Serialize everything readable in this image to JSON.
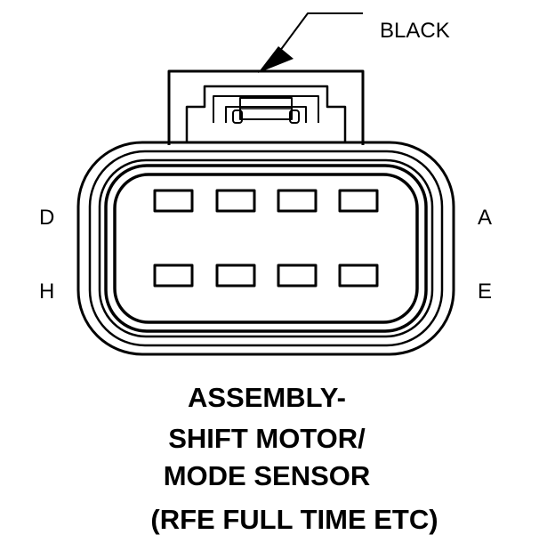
{
  "connector": {
    "color_callout": "BLACK",
    "pin_labels": {
      "top_left": "D",
      "bottom_left": "H",
      "top_right": "A",
      "bottom_right": "E"
    },
    "pin_rows": 2,
    "pins_per_row": 4
  },
  "title": {
    "line1": "ASSEMBLY-",
    "line2": "SHIFT MOTOR/",
    "line3": "MODE SENSOR",
    "line4": "(RFE FULL TIME ETC)"
  },
  "colors": {
    "ink": "#000000",
    "background": "#ffffff"
  }
}
